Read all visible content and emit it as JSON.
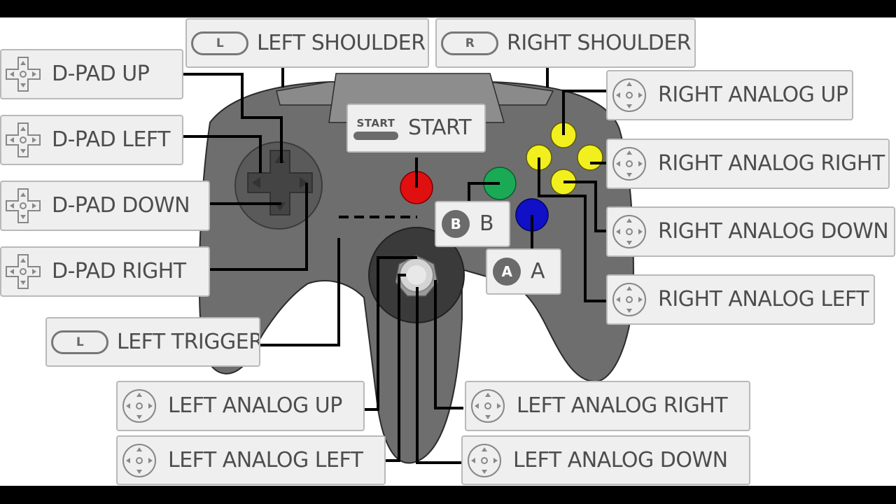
{
  "labels": {
    "left_shoulder": "LEFT SHOULDER",
    "right_shoulder": "RIGHT SHOULDER",
    "dpad_up": "D-PAD UP",
    "dpad_left": "D-PAD LEFT",
    "dpad_down": "D-PAD DOWN",
    "dpad_right": "D-PAD RIGHT",
    "left_trigger": "LEFT TRIGGER",
    "start": "START",
    "b": "B",
    "a": "A",
    "right_analog_up": "RIGHT ANALOG UP",
    "right_analog_right": "RIGHT ANALOG RIGHT",
    "right_analog_down": "RIGHT ANALOG DOWN",
    "right_analog_left": "RIGHT ANALOG LEFT",
    "left_analog_up": "LEFT ANALOG UP",
    "left_analog_left": "LEFT ANALOG LEFT",
    "left_analog_right": "LEFT ANALOG RIGHT",
    "left_analog_down": "LEFT ANALOG DOWN"
  },
  "icons": {
    "l_pill": "L",
    "r_pill": "R",
    "start_icon": "START",
    "b_icon": "B",
    "a_icon": "A"
  },
  "colors": {
    "controller_body": "#6e6e6e",
    "start_button": "#e01010",
    "b_button": "#1aaa55",
    "a_button": "#1010c8",
    "c_buttons": "#f2ef1e"
  }
}
